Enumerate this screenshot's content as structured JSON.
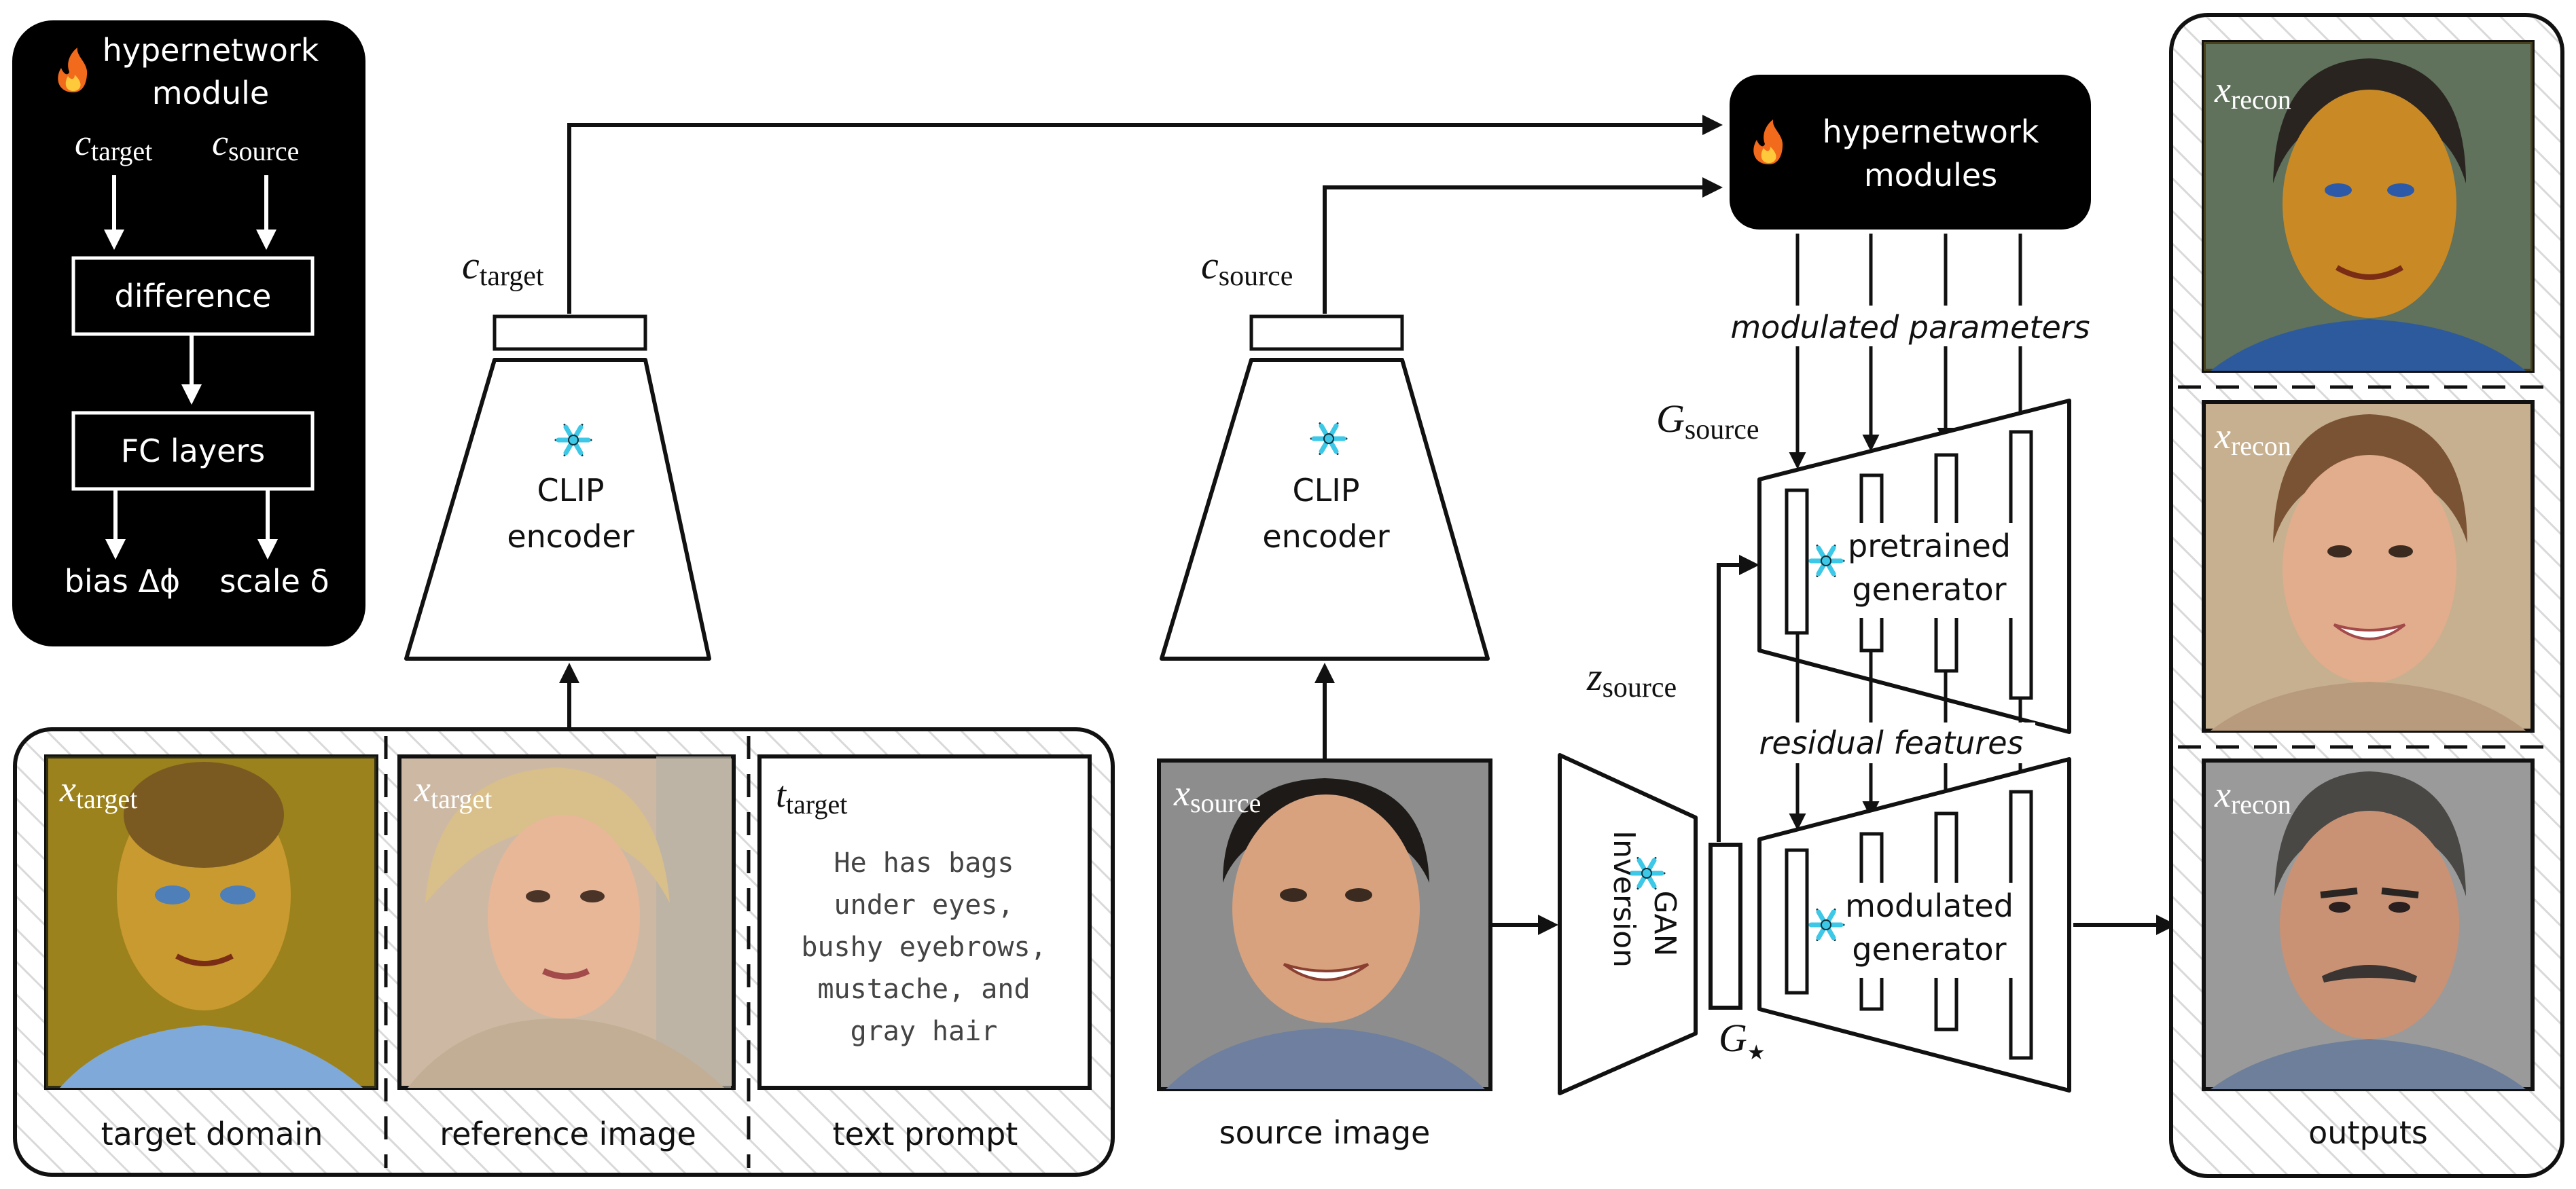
{
  "hypernetwork_module": {
    "title_line1": "hypernetwork",
    "title_line2": "module",
    "c_target_base": "c",
    "c_target_sub": "target",
    "c_source_base": "c",
    "c_source_sub": "source",
    "difference": "difference",
    "fc_layers": "FC layers",
    "bias": "bias Δϕ",
    "scale": "scale δ"
  },
  "left_encoder": {
    "c_base": "c",
    "c_sub": "target",
    "label_line1": "CLIP",
    "label_line2": "encoder"
  },
  "right_encoder": {
    "c_base": "c",
    "c_sub": "source",
    "label_line1": "CLIP",
    "label_line2": "encoder"
  },
  "hypernetwork_modules": {
    "line1": "hypernetwork",
    "line2": "modules"
  },
  "labels": {
    "modulated_parameters": "modulated parameters",
    "residual_features": "residual features",
    "g_source_base": "G",
    "g_source_sub": "source",
    "z_source_base": "z",
    "z_source_sub": "source",
    "g_star_base": "G",
    "g_star_sub": "★",
    "gan_inversion_line1": "GAN",
    "gan_inversion_line2": "Inversion",
    "pretrained_line1": "pretrained",
    "pretrained_line2": "generator",
    "modulated_line1": "modulated",
    "modulated_line2": "generator"
  },
  "input_panel": {
    "x_target_base": "x",
    "x_target_sub": "target",
    "t_target_base": "t",
    "t_target_sub": "target",
    "text_prompt_lines": [
      "He has bags",
      "under eyes,",
      "bushy eyebrows,",
      "mustache, and",
      "gray hair"
    ],
    "caption_target_domain": "target domain",
    "caption_reference_image": "reference image",
    "caption_text_prompt": "text prompt"
  },
  "source": {
    "x_source_base": "x",
    "x_source_sub": "source",
    "caption": "source image"
  },
  "outputs": {
    "x_recon_base": "x",
    "x_recon_sub": "recon",
    "caption": "outputs"
  },
  "colors": {
    "ink": "#111111",
    "snowflake": "#3cc8e6",
    "flame_outer": "#f26a1b",
    "flame_inner": "#ffc93c",
    "hatch": "#dcdcdc"
  }
}
